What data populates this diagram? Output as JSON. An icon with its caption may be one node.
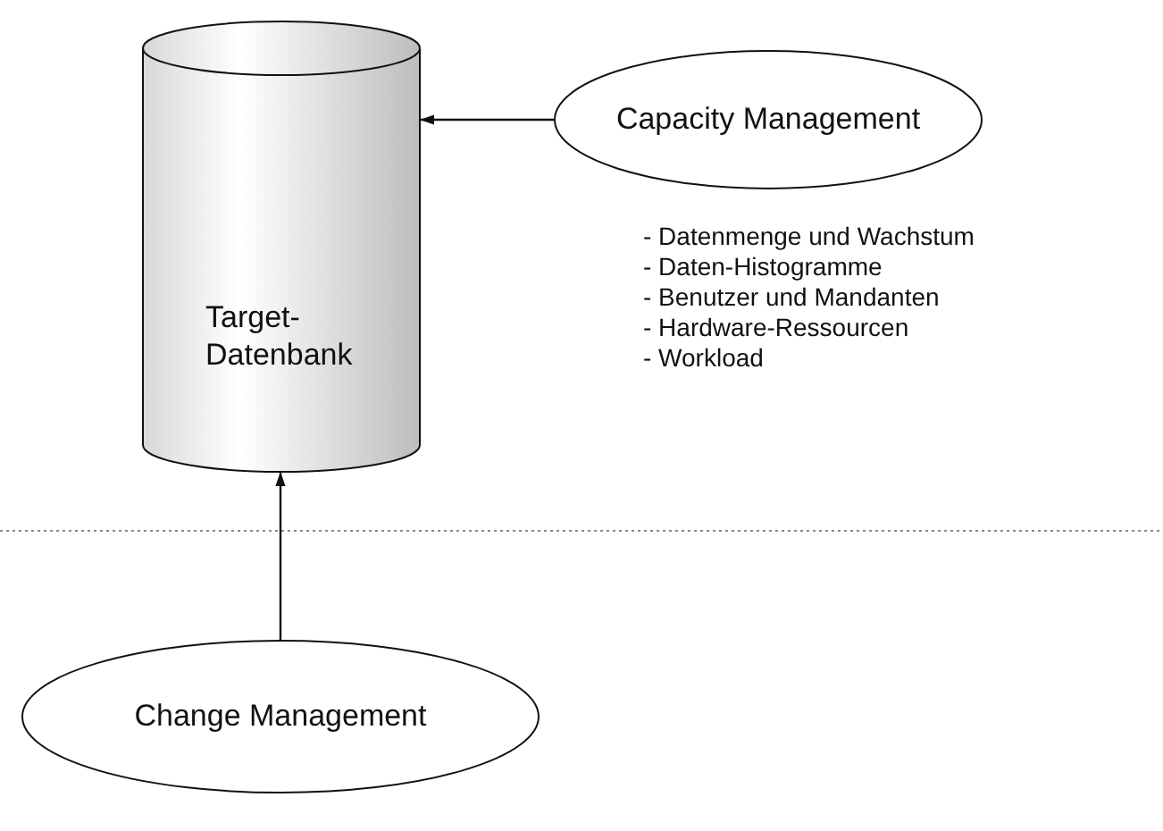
{
  "diagram": {
    "nodes": [
      {
        "text": [
          "Target-Datenbank"
        ]
      },
      {
        "text": [
          "Capacity Management"
        ]
      },
      {
        "text": [
          "Change Management"
        ]
      }
    ],
    "edges": [
      {
        "from": 1,
        "to": 0,
        "arrow": "to"
      },
      {
        "from": 2,
        "to": 0,
        "arrow": "to"
      }
    ],
    "labels": [
      "- Datenmenge und Wachstum",
      "- Daten-Histogramme",
      "- Benutzer und Mandanten",
      "- Hardware-Ressourcen",
      "- Workload"
    ]
  }
}
